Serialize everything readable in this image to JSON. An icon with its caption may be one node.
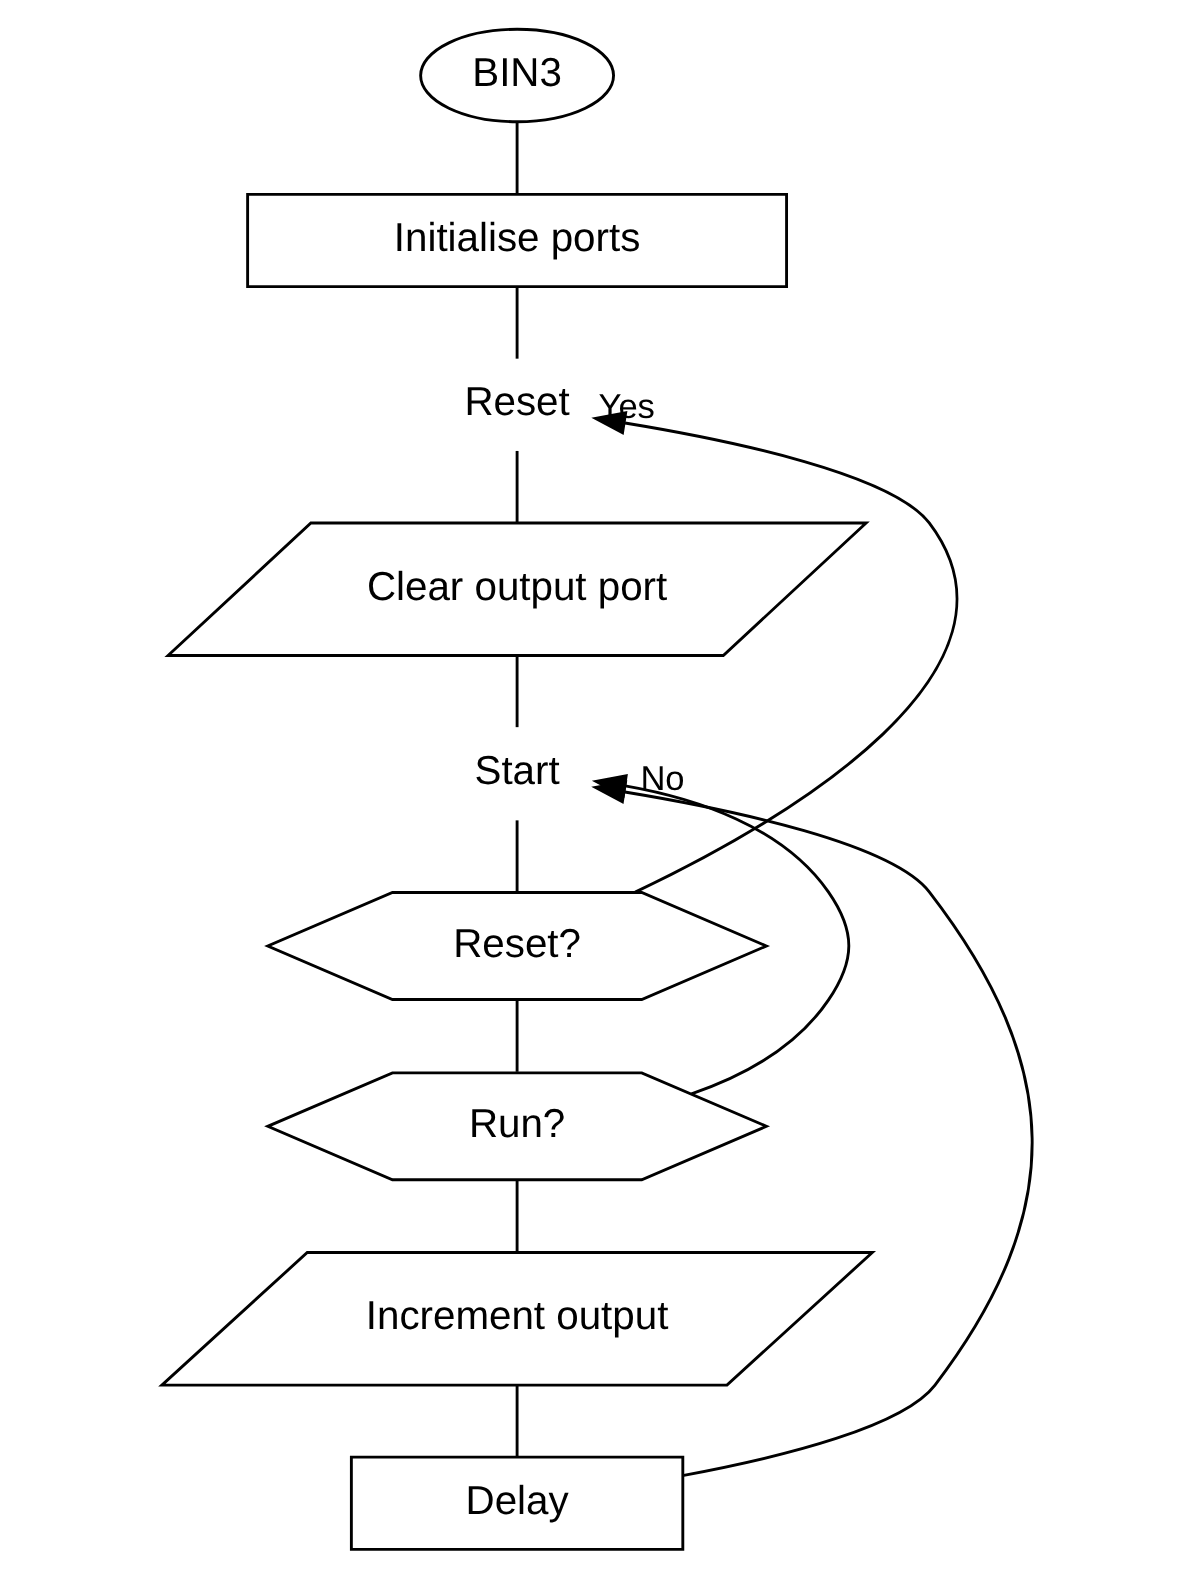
{
  "diagram": {
    "nodes": [
      {
        "text": [
          "BIN3"
        ]
      },
      {
        "text": [
          "Initialise ports"
        ]
      },
      {
        "text": [
          "Reset"
        ]
      },
      {
        "text": [
          "Clear output port"
        ]
      },
      {
        "text": [
          "Start"
        ]
      },
      {
        "text": [
          "Reset?"
        ]
      },
      {
        "text": [
          "Run?"
        ]
      },
      {
        "text": [
          "Increment output"
        ]
      },
      {
        "text": [
          "Delay"
        ]
      }
    ],
    "edges": [
      {
        "from": 0,
        "to": 1,
        "arrow": "none"
      },
      {
        "from": 1,
        "to": 2,
        "arrow": "none"
      },
      {
        "from": 2,
        "to": 3,
        "arrow": "none"
      },
      {
        "from": 3,
        "to": 4,
        "arrow": "none"
      },
      {
        "from": 4,
        "to": 5,
        "arrow": "none"
      },
      {
        "from": 5,
        "to": 2,
        "arrow": "to",
        "label": "Yes"
      },
      {
        "from": 5,
        "to": 6,
        "arrow": "none"
      },
      {
        "from": 6,
        "to": 4,
        "arrow": "to",
        "label": "No"
      },
      {
        "from": 6,
        "to": 7,
        "arrow": "none"
      },
      {
        "from": 7,
        "to": 8,
        "arrow": "none"
      },
      {
        "from": 8,
        "to": 4,
        "arrow": "to"
      }
    ]
  }
}
